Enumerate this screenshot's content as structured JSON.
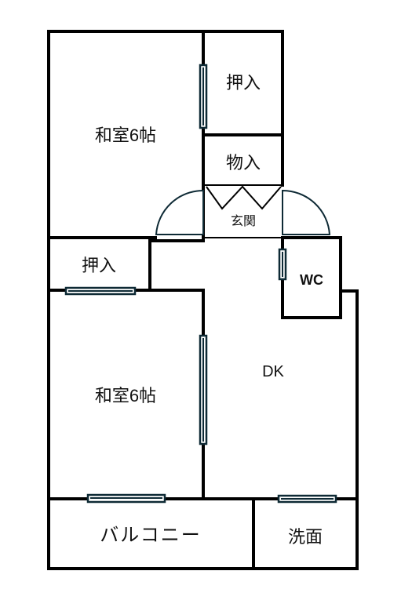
{
  "floorplan": {
    "rooms": {
      "washitsu_top": "和室6帖",
      "oshiire_top": "押入",
      "monoire": "物入",
      "genkan": "玄関",
      "oshiire_left": "押入",
      "wc": "WC",
      "washitsu_bottom": "和室6帖",
      "dk": "DK",
      "balcony": "バルコニー",
      "senmen": "洗面"
    }
  }
}
